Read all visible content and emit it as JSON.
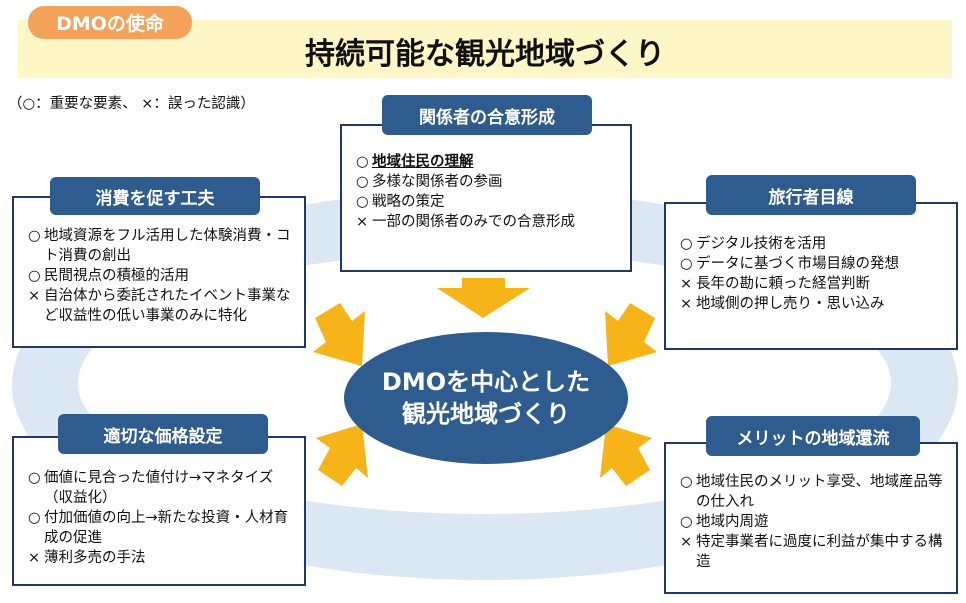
{
  "header": {
    "badge": "DMOの使命",
    "title": "持続可能な観光地域づくり",
    "legend": "（○：重要な要素、 ×：誤った認識）"
  },
  "center": {
    "line1": "DMOを中心とした",
    "line2": "観光地域づくり"
  },
  "panels": {
    "consensus": {
      "title": "関係者の合意形成",
      "items": [
        {
          "mark": "○",
          "text": "地域住民の理解"
        },
        {
          "mark": "○",
          "text": "多様な関係者の参画"
        },
        {
          "mark": "○",
          "text": "戦略の策定"
        },
        {
          "mark": "×",
          "text": "一部の関係者のみでの合意形成"
        }
      ]
    },
    "consumption": {
      "title": "消費を促す工夫",
      "items": [
        {
          "mark": "○",
          "text": "地域資源をフル活用した体験消費・コト消費の創出"
        },
        {
          "mark": "○",
          "text": "民間視点の積極的活用"
        },
        {
          "mark": "×",
          "text": "自治体から委託されたイベント事業など収益性の低い事業のみに特化"
        }
      ]
    },
    "traveler": {
      "title": "旅行者目線",
      "items": [
        {
          "mark": "○",
          "text": "デジタル技術を活用"
        },
        {
          "mark": "○",
          "text": "データに基づく市場目線の発想"
        },
        {
          "mark": "×",
          "text": "長年の勘に頼った経営判断"
        },
        {
          "mark": "×",
          "text": "地域側の押し売り・思い込み"
        }
      ]
    },
    "pricing": {
      "title": "適切な価格設定",
      "items": [
        {
          "mark": "○",
          "text": "価値に見合った値付け→マネタイズ（収益化）"
        },
        {
          "mark": "○",
          "text": "付加価値の向上→新たな投資・人材育成の促進"
        },
        {
          "mark": "×",
          "text": "薄利多売の手法"
        }
      ]
    },
    "merit": {
      "title": "メリットの地域還流",
      "items": [
        {
          "mark": "○",
          "text": "地域住民のメリット享受、地域産品等の仕入れ"
        },
        {
          "mark": "○",
          "text": "地域内周遊"
        },
        {
          "mark": "×",
          "text": "特定事業者に過度に利益が集中する構造"
        }
      ]
    }
  },
  "colors": {
    "navy": "#2e5c8e",
    "border": "#1f3864",
    "arrow": "#f6b418",
    "ring": "#dbe7f2",
    "title_band": "#fdf6c6",
    "badge": "#f4a259"
  }
}
